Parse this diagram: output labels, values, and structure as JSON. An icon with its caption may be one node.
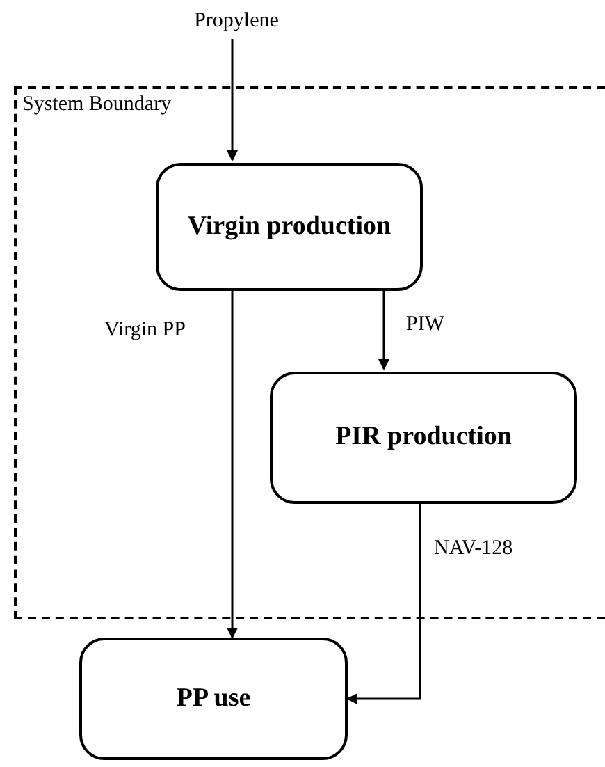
{
  "diagram": {
    "nodes": [
      {
        "text": [
          "Propylene"
        ]
      },
      {
        "text": [
          "System Boundary"
        ]
      },
      {
        "text": [
          "Virgin production"
        ],
        "in": 1
      },
      {
        "text": [
          "PIR production"
        ],
        "in": 1
      },
      {
        "text": [
          "PP use"
        ]
      }
    ],
    "edges": [
      {
        "from": 0,
        "to": 2,
        "arrow": "to"
      },
      {
        "from": 2,
        "to": 4,
        "arrow": "to",
        "label": "Virgin PP"
      },
      {
        "from": 2,
        "to": 3,
        "arrow": "to",
        "label": "PIW"
      },
      {
        "from": 3,
        "to": 4,
        "arrow": "to",
        "label": "NAV-128"
      }
    ]
  }
}
